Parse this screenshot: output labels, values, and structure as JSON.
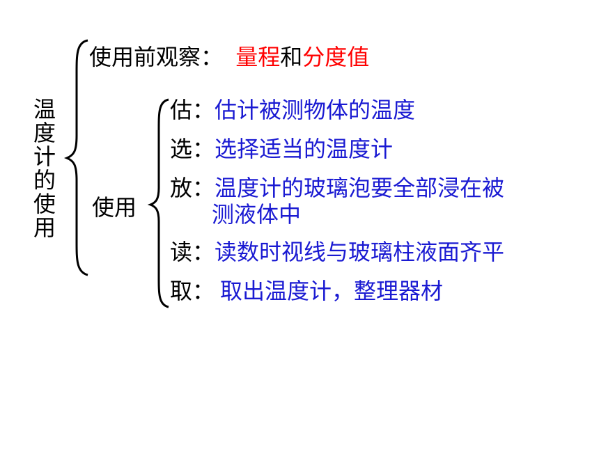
{
  "topic": "温度计的使用",
  "observe": {
    "label": "使用前观察：",
    "item1": "量程",
    "connector": "和",
    "item2": "分度值",
    "highlight_color": "#ff0000"
  },
  "use": {
    "label": "使用",
    "text_color": "#1a1ad2",
    "steps": [
      {
        "key": "估：",
        "text": "估计被测物体的温度"
      },
      {
        "key": "选：",
        "text": "选择适当的温度计"
      },
      {
        "key": "放：",
        "text": "温度计的玻璃泡要全部浸在被",
        "text2": "测液体中"
      },
      {
        "key": "读：",
        "text": "读数时视线与玻璃柱液面齐平"
      },
      {
        "key": "取：",
        "text": "取出温度计，整理器材"
      }
    ]
  }
}
